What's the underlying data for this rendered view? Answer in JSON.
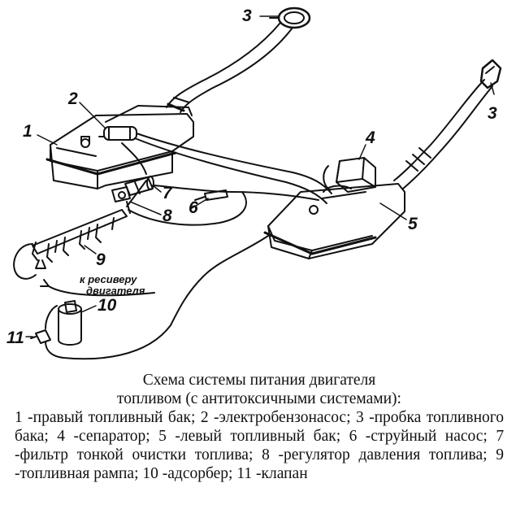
{
  "labels": {
    "n1": "1",
    "n2": "2",
    "n3a": "3",
    "n3b": "3",
    "n4": "4",
    "n5": "5",
    "n6": "6",
    "n7": "7",
    "n8": "8",
    "n9": "9",
    "n10": "10",
    "n11": "11"
  },
  "receiver_note": {
    "line1": "к ресиверу",
    "line2": "двигателя"
  },
  "caption": {
    "title_line1": "Схема системы питания двигателя",
    "title_line2": "топливом (с антитоксичными системами):",
    "legend": [
      "1 -правый топливный бак;",
      "2 -электробензонасос;",
      "3 -пробка топливного бака;",
      "4 -сепаратор;",
      "5 -левый топливный бак;",
      "6 -струйный насос;",
      "7 -фильтр тонкой очистки топлива;",
      "8 -регулятор давления топлива;",
      "9 -топливная рампа;",
      "10 -адсорбер;",
      "11 -клапан"
    ]
  }
}
